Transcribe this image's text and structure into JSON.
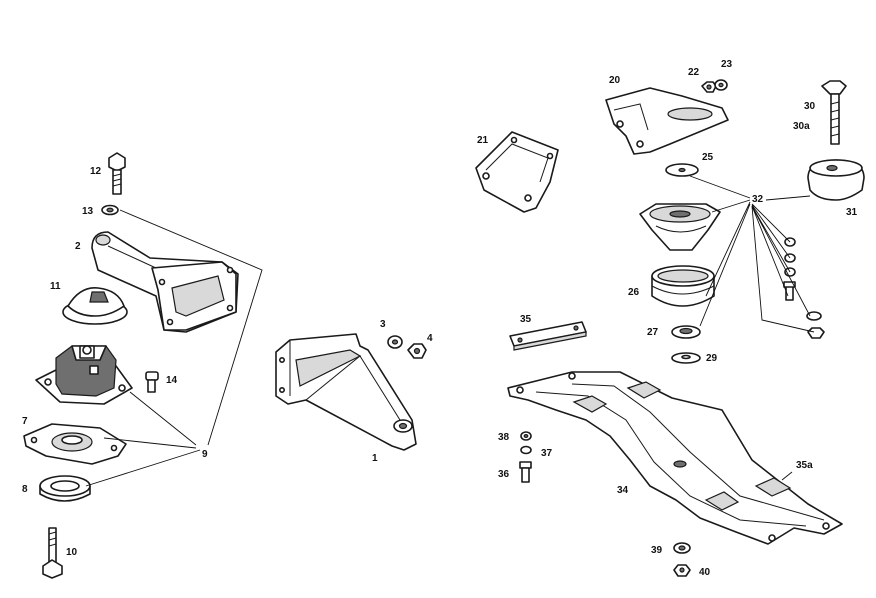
{
  "callouts": {
    "c1": "1",
    "c2": "2",
    "c3": "3",
    "c4": "4",
    "c7": "7",
    "c8": "8",
    "c9": "9",
    "c10": "10",
    "c11": "11",
    "c12": "12",
    "c13": "13",
    "c14": "14",
    "c20": "20",
    "c21": "21",
    "c22": "22",
    "c23": "23",
    "c25": "25",
    "c26": "26",
    "c27": "27",
    "c29": "29",
    "c30": "30",
    "c30a": "30a",
    "c31": "31",
    "c32": "32",
    "c34": "34",
    "c35": "35",
    "c35a": "35a",
    "c36": "36",
    "c37": "37",
    "c38": "38",
    "c39": "39",
    "c40": "40"
  }
}
